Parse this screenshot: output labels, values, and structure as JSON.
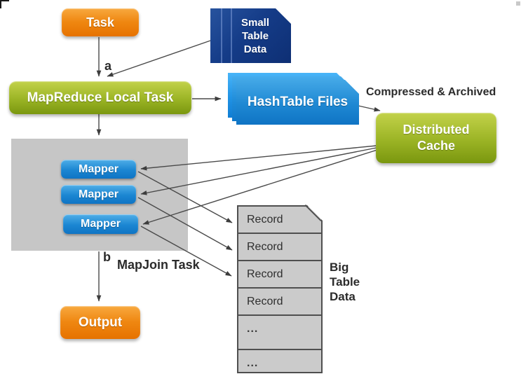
{
  "nodes": {
    "task": "Task",
    "mapreduce_local_task": "MapReduce Local Task",
    "small_table": [
      "Small",
      "Table",
      "Data"
    ],
    "hashtable_files": "HashTable Files",
    "distributed_cache": [
      "Distributed",
      "Cache"
    ],
    "mappers": [
      "Mapper",
      "Mapper",
      "Mapper"
    ],
    "output": "Output"
  },
  "labels": {
    "edge_a": "a",
    "edge_b": "b",
    "mapjoin_task": "MapJoin Task",
    "compressed_archived": "Compressed & Archived",
    "big_table": [
      "Big",
      "Table",
      "Data"
    ]
  },
  "records": [
    "Record",
    "Record",
    "Record",
    "Record",
    "...",
    "..."
  ],
  "colors": {
    "orange": "#EF8711",
    "green": "#9BB425",
    "navy": "#153C88",
    "azure": "#1B86D2",
    "panel_gray": "#C6C6C6",
    "record_gray": "#CBCBCB",
    "arrow": "#4A4A4A",
    "text_dark": "#2B2B2B"
  }
}
